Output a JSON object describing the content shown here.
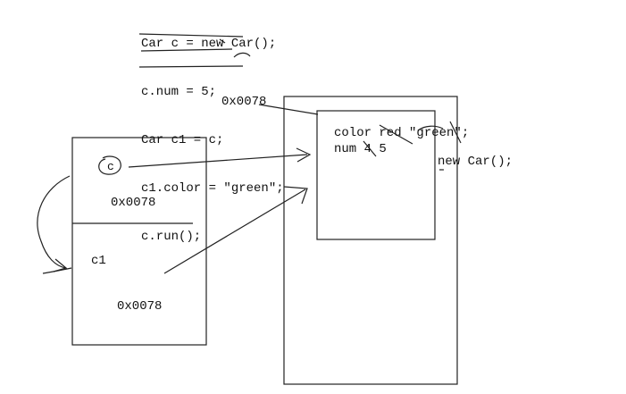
{
  "code_lines": [
    "Car c = new Car();",
    "c.num = 5;",
    "Car c1 = c;",
    "c1.color = \"green\";",
    "c.run();"
  ],
  "labels": {
    "heap_address": "0x0078",
    "var_c": "c",
    "c_address": "0x0078",
    "var_c1": "c1",
    "c1_address": "0x0078",
    "field_color": "color red \"green\";",
    "field_num": "num 4 5",
    "new_car": "new Car();"
  }
}
